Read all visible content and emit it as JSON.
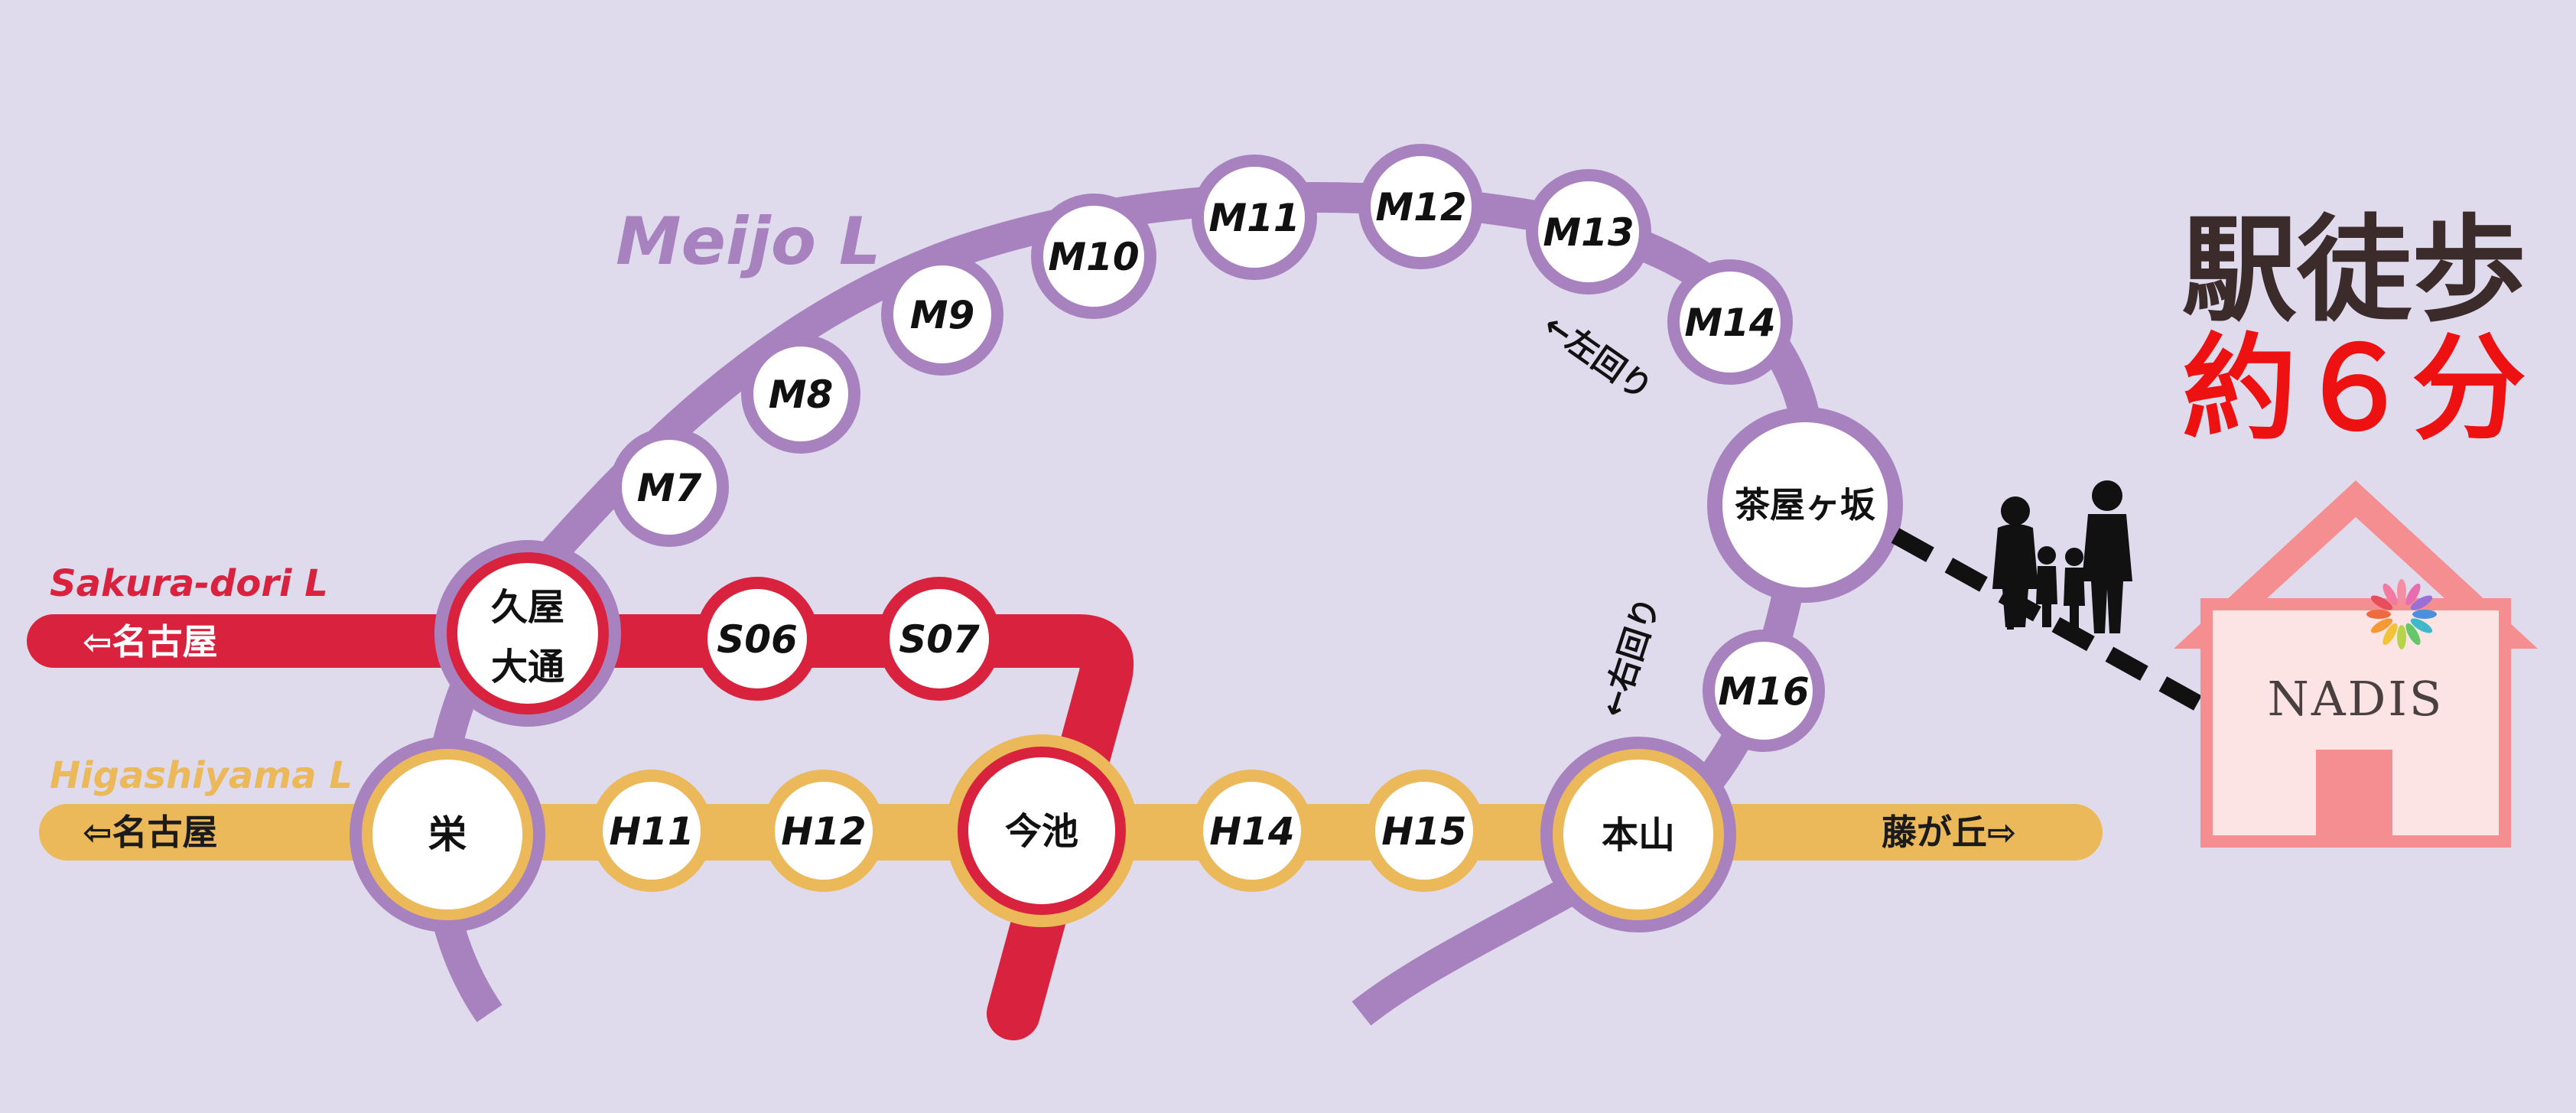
{
  "lines": {
    "meijo": {
      "name": "Meijo L",
      "color": "#a882bf"
    },
    "sakura": {
      "name": "Sakura-dori L",
      "color": "#d9233e",
      "west_label": "⇦名古屋"
    },
    "higashiyama": {
      "name": "Higashiyama L",
      "color": "#ebb85a",
      "west_label": "⇦名古屋",
      "east_label": "藤が丘⇨"
    }
  },
  "stations": {
    "hisaya_odori": {
      "label_line1": "久屋",
      "label_line2": "大通"
    },
    "sakae": {
      "label": "栄"
    },
    "imaike": {
      "label": "今池"
    },
    "motoyama": {
      "label": "本山"
    },
    "chayagasaka": {
      "label": "茶屋ヶ坂"
    },
    "m7": {
      "label": "M7"
    },
    "m8": {
      "label": "M8"
    },
    "m9": {
      "label": "M9"
    },
    "m10": {
      "label": "M10"
    },
    "m11": {
      "label": "M11"
    },
    "m12": {
      "label": "M12"
    },
    "m13": {
      "label": "M13"
    },
    "m14": {
      "label": "M14"
    },
    "m16": {
      "label": "M16"
    },
    "s06": {
      "label": "S06"
    },
    "s07": {
      "label": "S07"
    },
    "h11": {
      "label": "H11"
    },
    "h12": {
      "label": "H12"
    },
    "h14": {
      "label": "H14"
    },
    "h15": {
      "label": "H15"
    }
  },
  "directions": {
    "counterclockwise": "←左回り",
    "clockwise": "←右回り"
  },
  "walk": {
    "line1": "駅徒歩",
    "line2": "約６分",
    "line1_color": "#3c2b2b",
    "line2_color": "#ee1111"
  },
  "destination": {
    "name": "NADIS",
    "house_color": "#f58e90",
    "house_fill": "#fde4e4"
  },
  "icons": {
    "family": "family-silhouette-icon",
    "house": "house-icon",
    "logo": "nadis-flower-logo-icon"
  }
}
